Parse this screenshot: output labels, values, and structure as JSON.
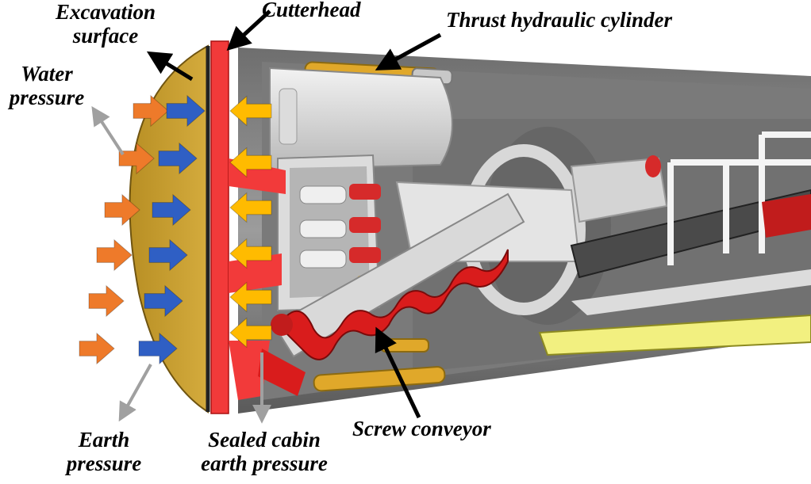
{
  "labels": {
    "excavation_surface_l1": "Excavation",
    "excavation_surface_l2": "surface",
    "cutterhead": "Cutterhead",
    "thrust_cylinder": "Thrust hydraulic cylinder",
    "water_pressure_l1": "Water",
    "water_pressure_l2": "pressure",
    "earth_pressure_l1": "Earth",
    "earth_pressure_l2": "pressure",
    "sealed_cabin_l1": "Sealed cabin",
    "sealed_cabin_l2": "earth pressure",
    "screw_conveyor": "Screw conveyor"
  },
  "colors": {
    "soil": "#c9a033",
    "cutterhead": "#f23a3a",
    "water_arrow": "#2f5fc4",
    "earth_arrow": "#ee7a2a",
    "chamber_arrow": "#ffbb00",
    "shield_body": "#8a8a8a",
    "screw": "#d91c1c",
    "hydraulic": "#e0a82a",
    "conveyor_belt": "#f2f080"
  }
}
